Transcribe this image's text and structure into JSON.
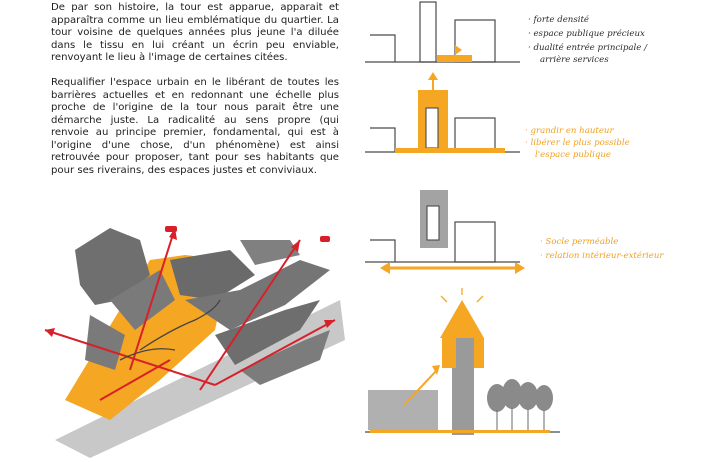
{
  "intro_paragraph": "De par son histoire, la tour est apparue, apparait et apparaîtra comme un lieu emblématique du quartier. La tour voisine de quelques années plus jeune l'a diluée dans le tissu en lui créant un écrin peu enviable, renvoyant le lieu à l'image de certaines citées.",
  "second_paragraph": "Requalifier l'espace urbain en le libérant de toutes les barrières actuelles et en redonnant une échelle plus proche de l'origine de la tour nous parait être une démarche juste. La radicalité au sens propre (qui renvoie au principe premier, fondamental, qui est à l'origine d'une chose, d'un phénomène) est ainsi retrouvée pour proposer, tant pour ses habitants que pour ses riverains, des espaces justes et conviviaux.",
  "sketch1_notes": [
    "· forte densité",
    "· espace publique précieux",
    "· dualité entrée principale /",
    "arrière services"
  ],
  "sketch2_notes": [
    "· grandir en hauteur",
    "· libérer le plus possible",
    "l'espace publique"
  ],
  "sketch3_notes": [
    "· Socle perméable",
    "· relation intérieur-extérieur"
  ],
  "colors": {
    "orange": "#f5a623",
    "red": "#d8202a",
    "grey": "#8a8a8a",
    "dark": "#555555"
  }
}
